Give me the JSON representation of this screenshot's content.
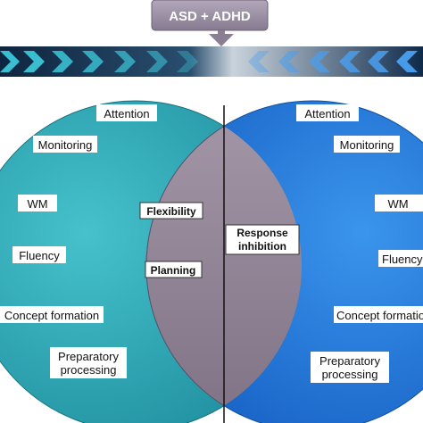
{
  "header": {
    "title": "ASD + ADHD"
  },
  "left_circle": {
    "labels": [
      "Attention",
      "Monitoring",
      "WM",
      "Fluency",
      "Concept formation",
      "Preparatory processing"
    ]
  },
  "right_circle": {
    "labels": [
      "Attention",
      "Monitoring",
      "WM",
      "Fluency",
      "Concept formatio",
      "Preparatory processing"
    ]
  },
  "overlap": {
    "labels": [
      "Flexibility",
      "Planning",
      "Response inhibition"
    ]
  },
  "colors": {
    "left_circle": "#2aa3b0",
    "right_circle": "#1f74d6",
    "overlap": "#8c7f91",
    "header_box": "#9a8ea3",
    "band_dark": "#0f2a44",
    "chevron_left": "#3cc6d8",
    "chevron_right": "#4aa0f0"
  }
}
